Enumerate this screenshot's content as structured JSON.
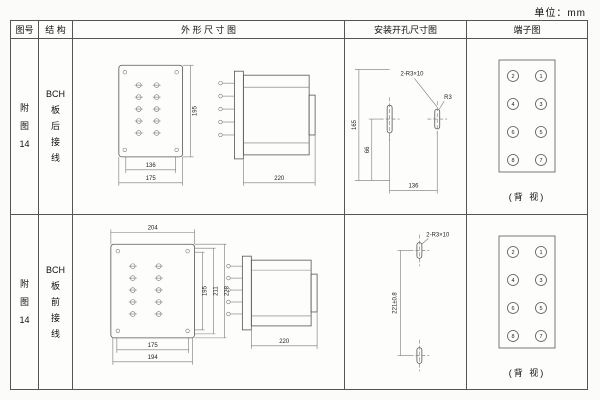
{
  "page": {
    "unit_label": "单位：mm"
  },
  "headers": {
    "fig": "图号",
    "structure": "结 构",
    "outline": "外 形 尺 寸 图",
    "mounting": "安装开孔尺寸图",
    "terminal": "端子图"
  },
  "rows": [
    {
      "fig1": "附",
      "fig2": "图",
      "fig3": "14",
      "s1": "BCH",
      "s2": "板",
      "s3": "后",
      "s4": "接",
      "s5": "线",
      "outline": {
        "h": "195",
        "w1": "136",
        "w2": "175",
        "depth": "220"
      },
      "mounting": {
        "note": "2-R3×10",
        "r": "R3",
        "v1": "165",
        "v2": "66",
        "w": "136"
      },
      "terminal": {
        "view": "(背 视)",
        "m1": "2",
        "m2": "4",
        "m3": "6",
        "m4": "8",
        "n1": "1",
        "n2": "3",
        "n3": "5",
        "n4": "7"
      }
    },
    {
      "fig1": "附",
      "fig2": "图",
      "fig3": "14",
      "s1": "BCH",
      "s2": "板",
      "s3": "前",
      "s4": "接",
      "s5": "线",
      "outline": {
        "top": "204",
        "h1": "195",
        "h2": "211",
        "h3": "228",
        "w1": "175",
        "w2": "194",
        "depth": "220"
      },
      "mounting": {
        "note": "2-R3×10",
        "v": "221±0.8"
      },
      "terminal": {
        "view": "(背 视)",
        "m1": "2",
        "m2": "4",
        "m3": "6",
        "m4": "8",
        "n1": "1",
        "n2": "3",
        "n3": "5",
        "n4": "7"
      }
    }
  ]
}
